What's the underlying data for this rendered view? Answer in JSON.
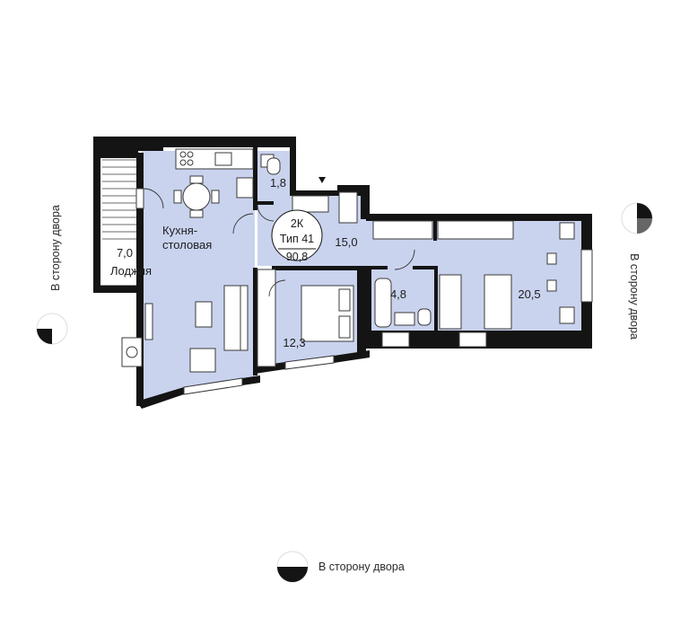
{
  "apartment": {
    "rooms_code": "2К",
    "type": "Тип 41",
    "total_area": "90,8"
  },
  "rooms": {
    "loggia": {
      "area": "7,0",
      "name": "Лоджия"
    },
    "kitchen": {
      "name_line1": "Кухня-",
      "name_line2": "столовая"
    },
    "bath_small": {
      "area": "1,8"
    },
    "hall": {
      "area": "15,0"
    },
    "bedroom_small": {
      "area": "12,3"
    },
    "bath": {
      "area": "4,8"
    },
    "bedroom_large": {
      "area": "20,5"
    }
  },
  "orientation": {
    "west": "В сторону двора",
    "east": "В сторону двора",
    "south": "В сторону двора"
  },
  "colors": {
    "wall": "#141414",
    "floor": "#c9d3ee",
    "loggia_floor": "#ffffff",
    "line": "#3a3a3a"
  }
}
